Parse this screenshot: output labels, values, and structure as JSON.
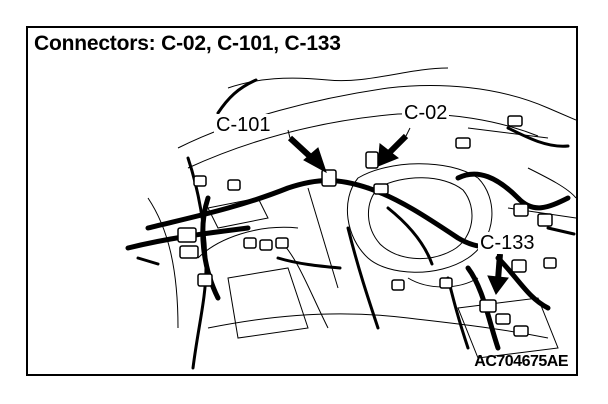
{
  "title": "Connectors: C-02, C-101, C-133",
  "reference_code": "AC704675AE",
  "callouts": {
    "c101": "C-101",
    "c02": "C-02",
    "c133": "C-133"
  },
  "icons": [
    "arrow-icon"
  ],
  "colors": {
    "line": "#000000",
    "background": "#ffffff"
  }
}
